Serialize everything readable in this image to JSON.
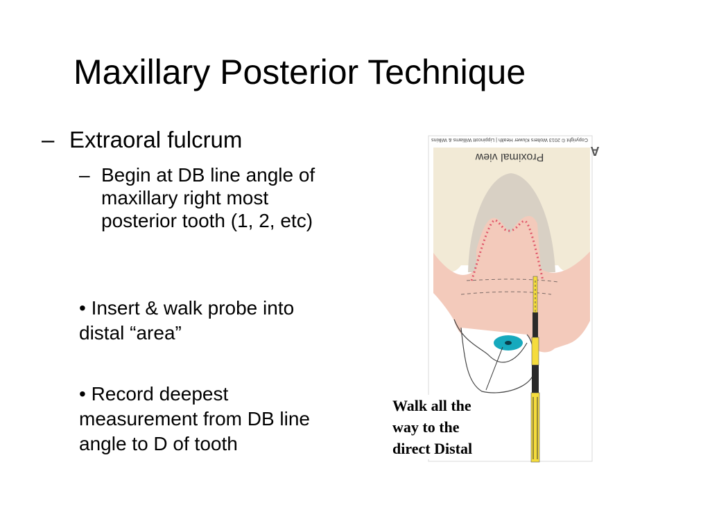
{
  "slide": {
    "title": "Maxillary Posterior Technique",
    "level1": {
      "marker": "–",
      "text": "Extraoral fulcrum"
    },
    "level2": {
      "marker": "–",
      "text": "Begin at DB line angle of maxillary right most posterior tooth (1, 2, etc)"
    },
    "bullets": [
      "• Insert & walk probe into distal “area”",
      "• Record deepest measurement from DB line angle to D of tooth"
    ]
  },
  "figure": {
    "copyright": "Copyright © 2013 Wolters Kluwer Health | Lippincott Williams & Wilkins",
    "view_label": "Proximal view",
    "panel_letter": "A",
    "caption": "Walk all the way to the direct Distal",
    "colors": {
      "enamel": "#f2ead6",
      "root": "#d8d0c4",
      "gingiva": "#f3cabb",
      "pocket_dots": "#e0576a",
      "calculus": "#16a9bd",
      "probe_yellow": "#f5dc3c",
      "probe_black": "#2a2a2a"
    }
  }
}
